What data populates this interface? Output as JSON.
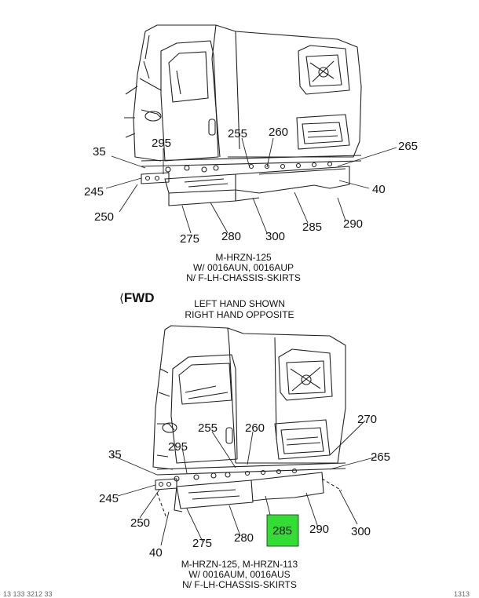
{
  "top_diagram": {
    "callouts": [
      "35",
      "295",
      "255",
      "260",
      "265",
      "245",
      "40",
      "250",
      "275",
      "280",
      "300",
      "285",
      "290"
    ],
    "caption": [
      "M-HRZN-125",
      "W/ 0016AUN, 0016AUP",
      "N/ F-LH-CHASSIS-SKIRTS"
    ]
  },
  "fwd_label": "FWD",
  "orientation_note": [
    "LEFT HAND SHOWN",
    "RIGHT HAND OPPOSITE"
  ],
  "bottom_diagram": {
    "callouts": [
      "35",
      "295",
      "255",
      "260",
      "270",
      "265",
      "245",
      "250",
      "40",
      "275",
      "280",
      "285",
      "290",
      "300"
    ],
    "highlighted_callout": "285",
    "highlight_color": "#33dd33",
    "caption": [
      "M-HRZN-125, M-HRZN-113",
      "W/ 0016AUM, 0016AUS",
      "N/ F-LH-CHASSIS-SKIRTS"
    ]
  },
  "footer_left": "13 133 3212 33",
  "footer_right": "1313"
}
